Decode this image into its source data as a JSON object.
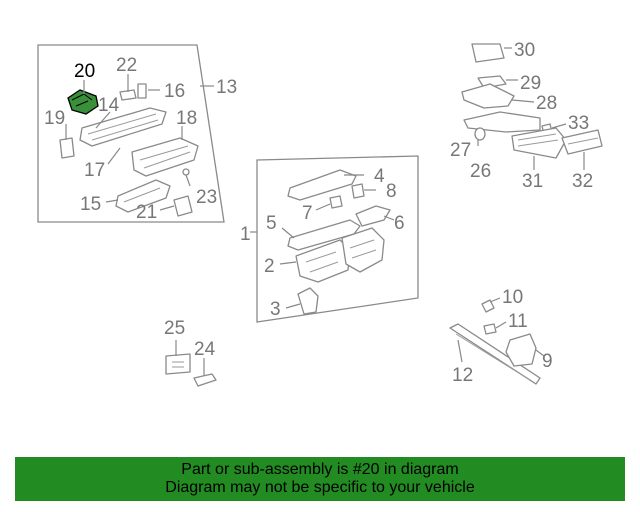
{
  "diagram": {
    "callouts": {
      "c1": "1",
      "c2": "2",
      "c3": "3",
      "c4": "4",
      "c5": "5",
      "c6": "6",
      "c7": "7",
      "c8": "8",
      "c9": "9",
      "c10": "10",
      "c11": "11",
      "c12": "12",
      "c13": "13",
      "c14": "14",
      "c15": "15",
      "c16": "16",
      "c17": "17",
      "c18": "18",
      "c19": "19",
      "c20": "20",
      "c21": "21",
      "c22": "22",
      "c23": "23",
      "c24": "24",
      "c25": "25",
      "c26": "26",
      "c27": "27",
      "c28": "28",
      "c29": "29",
      "c30": "30",
      "c31": "31",
      "c32": "32",
      "c33": "33"
    },
    "highlighted_part": "20",
    "highlight_color": "#3a8f3a"
  },
  "banner": {
    "line1": "Part or sub-assembly is #20 in diagram",
    "line2": "Diagram may not be specific to your vehicle",
    "background": "#228b22"
  }
}
